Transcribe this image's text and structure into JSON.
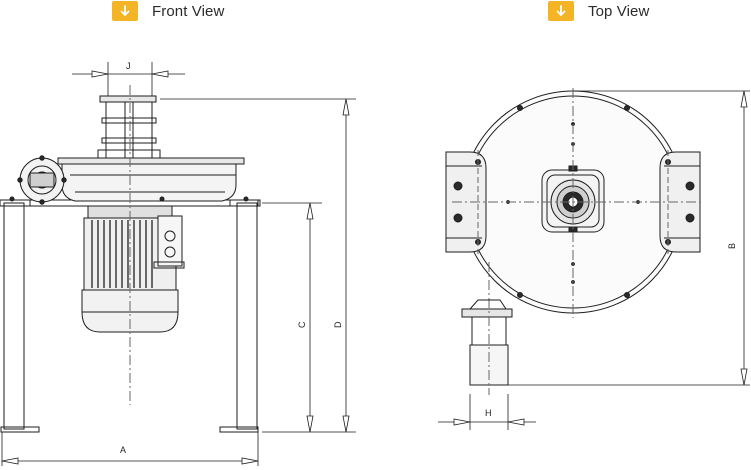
{
  "front_view": {
    "title": "Front View",
    "icon": "arrow-down-icon"
  },
  "top_view": {
    "title": "Top View",
    "icon": "arrow-down-icon"
  },
  "dimensions": {
    "A": "A",
    "B": "B",
    "C": "C",
    "D": "D",
    "H": "H",
    "J": "J"
  },
  "colors": {
    "accent": "#f3b526",
    "line": "#1e1e1e",
    "dark_fill": "#2a2a2a"
  }
}
